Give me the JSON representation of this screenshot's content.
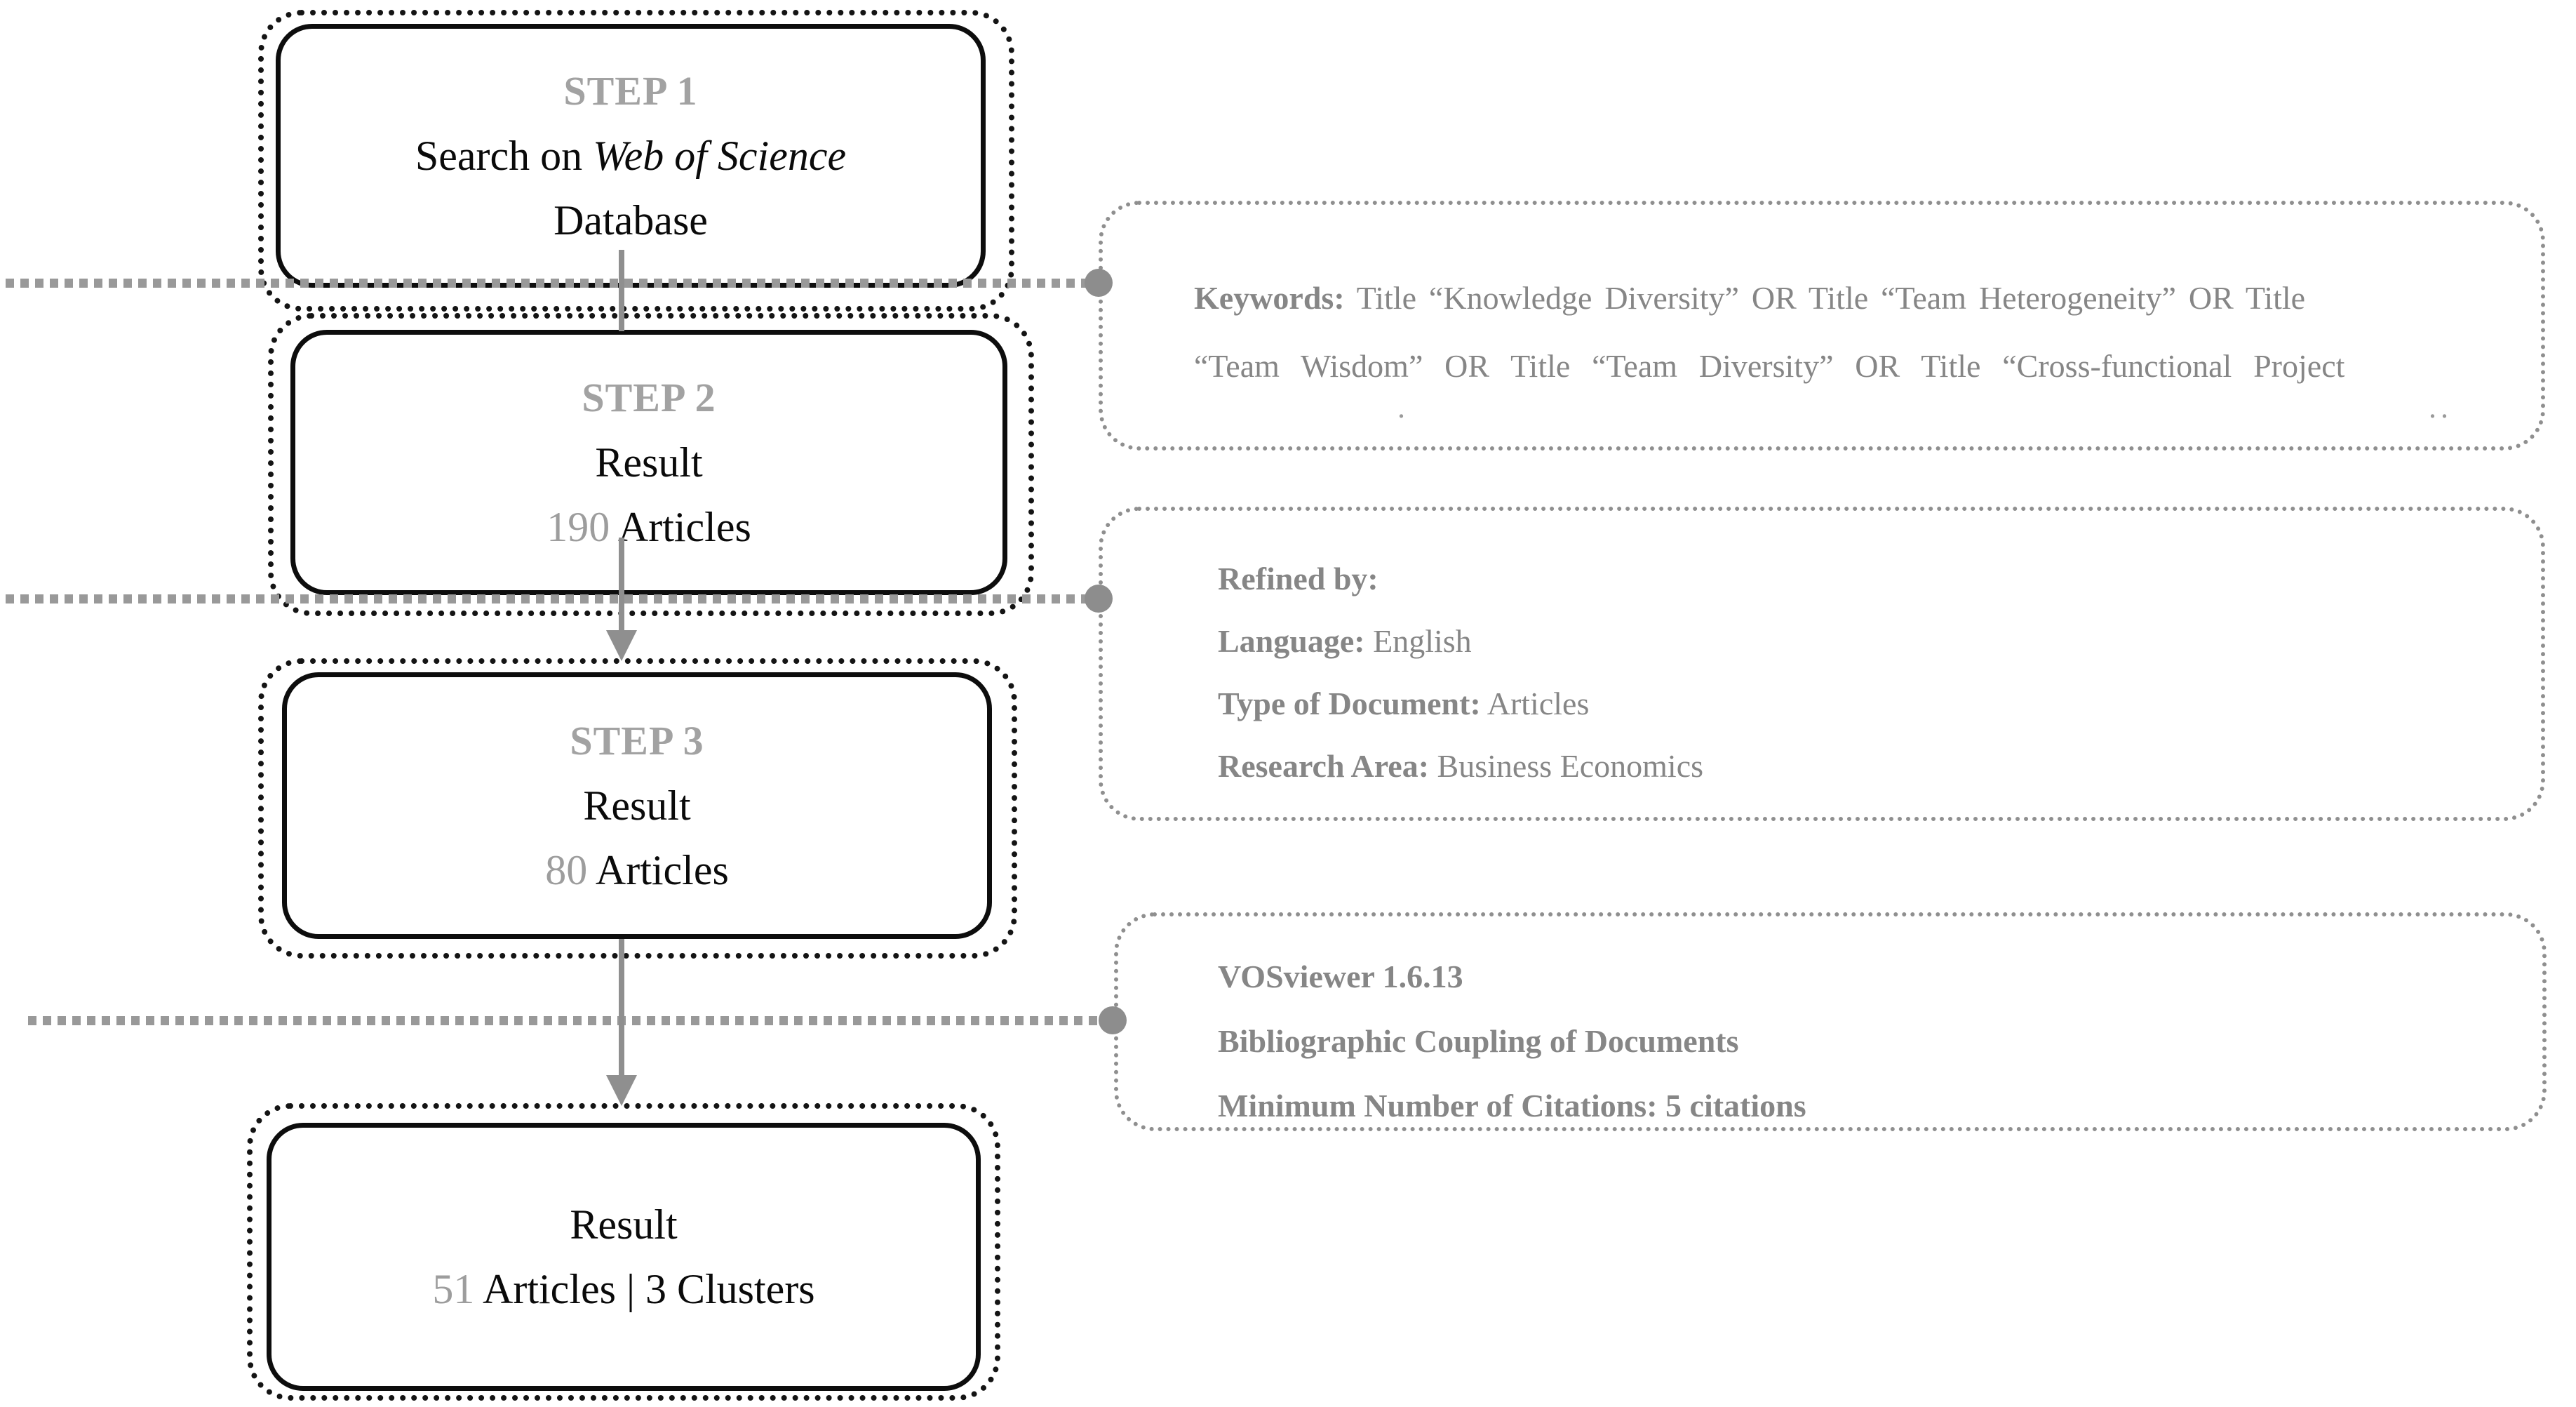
{
  "steps": {
    "step1": {
      "title": "STEP 1",
      "line2_prefix": "Search on ",
      "line2_italic": "Web of Science",
      "line3": "Database"
    },
    "step2": {
      "title": "STEP 2",
      "line2": "Result",
      "count": "190",
      "count_rest": " Articles"
    },
    "step3": {
      "title": "STEP 3",
      "line2": "Result",
      "count": "80",
      "count_rest": " Articles"
    },
    "final": {
      "line1": "Result",
      "count": "51",
      "count_rest": " Articles | 3 Clusters"
    }
  },
  "annotations": {
    "keywords": {
      "label": "Keywords:",
      "line1_rest": " Title “Knowledge Diversity” OR Title “Team Heterogeneity” OR Title",
      "line2": "“Team Wisdom” OR Title “Team Diversity” OR Title “Cross-functional Project",
      "remnant_left": ".",
      "remnant_right": ".."
    },
    "refined": {
      "title": "Refined by:",
      "items": [
        {
          "label": "Language:",
          "value": " English"
        },
        {
          "label": "Type of Document:",
          "value": " Articles"
        },
        {
          "label": "Research Area:",
          "value": " Business Economics"
        }
      ]
    },
    "vosviewer": {
      "line1": "VOSviewer 1.6.13",
      "line2": "Bibliographic Coupling of Documents",
      "line3": "Minimum Number of Citations: 5 citations"
    }
  },
  "colors": {
    "box_border_black": "#0d0d0d",
    "dotted_outline_black": "#141414",
    "step_title_gray": "#a2a2a2",
    "number_gray": "#9d9d9d",
    "text_black": "#0a0a0a",
    "annotation_gray": "#868686",
    "connector_gray": "#999999",
    "arrow_gray": "#8f8f8f"
  }
}
